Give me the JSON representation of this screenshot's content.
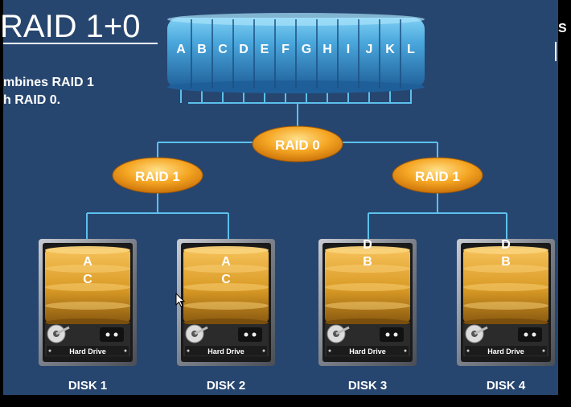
{
  "slide": {
    "title": "RAID 1+0",
    "description_lines": [
      "mbines RAID 1",
      "h RAID 0."
    ],
    "edge_text": "S"
  },
  "array": {
    "blocks": [
      "A",
      "B",
      "C",
      "D",
      "E",
      "F",
      "G",
      "H",
      "I",
      "J",
      "K",
      "L"
    ]
  },
  "nodes": {
    "raid0": "RAID 0",
    "raid1_left": "RAID 1",
    "raid1_right": "RAID 1"
  },
  "disks": [
    {
      "name": "DISK 1",
      "blocks": [
        "A",
        "C"
      ],
      "top_label": "",
      "drive_label": "Hard Drive"
    },
    {
      "name": "DISK 2",
      "blocks": [
        "A",
        "C"
      ],
      "top_label": "",
      "drive_label": "Hard Drive"
    },
    {
      "name": "DISK 3",
      "blocks": [
        "B"
      ],
      "top_label": "D",
      "drive_label": "Hard Drive"
    },
    {
      "name": "DISK 4",
      "blocks": [
        "B"
      ],
      "top_label": "D",
      "drive_label": "Hard Drive"
    }
  ],
  "colors": {
    "background": "#27466f",
    "connector": "#5cc0ec",
    "node_orange": "#f0a01c",
    "disk_gold": "#d9a02e",
    "cylinder_blue": "#3f9bd0"
  }
}
